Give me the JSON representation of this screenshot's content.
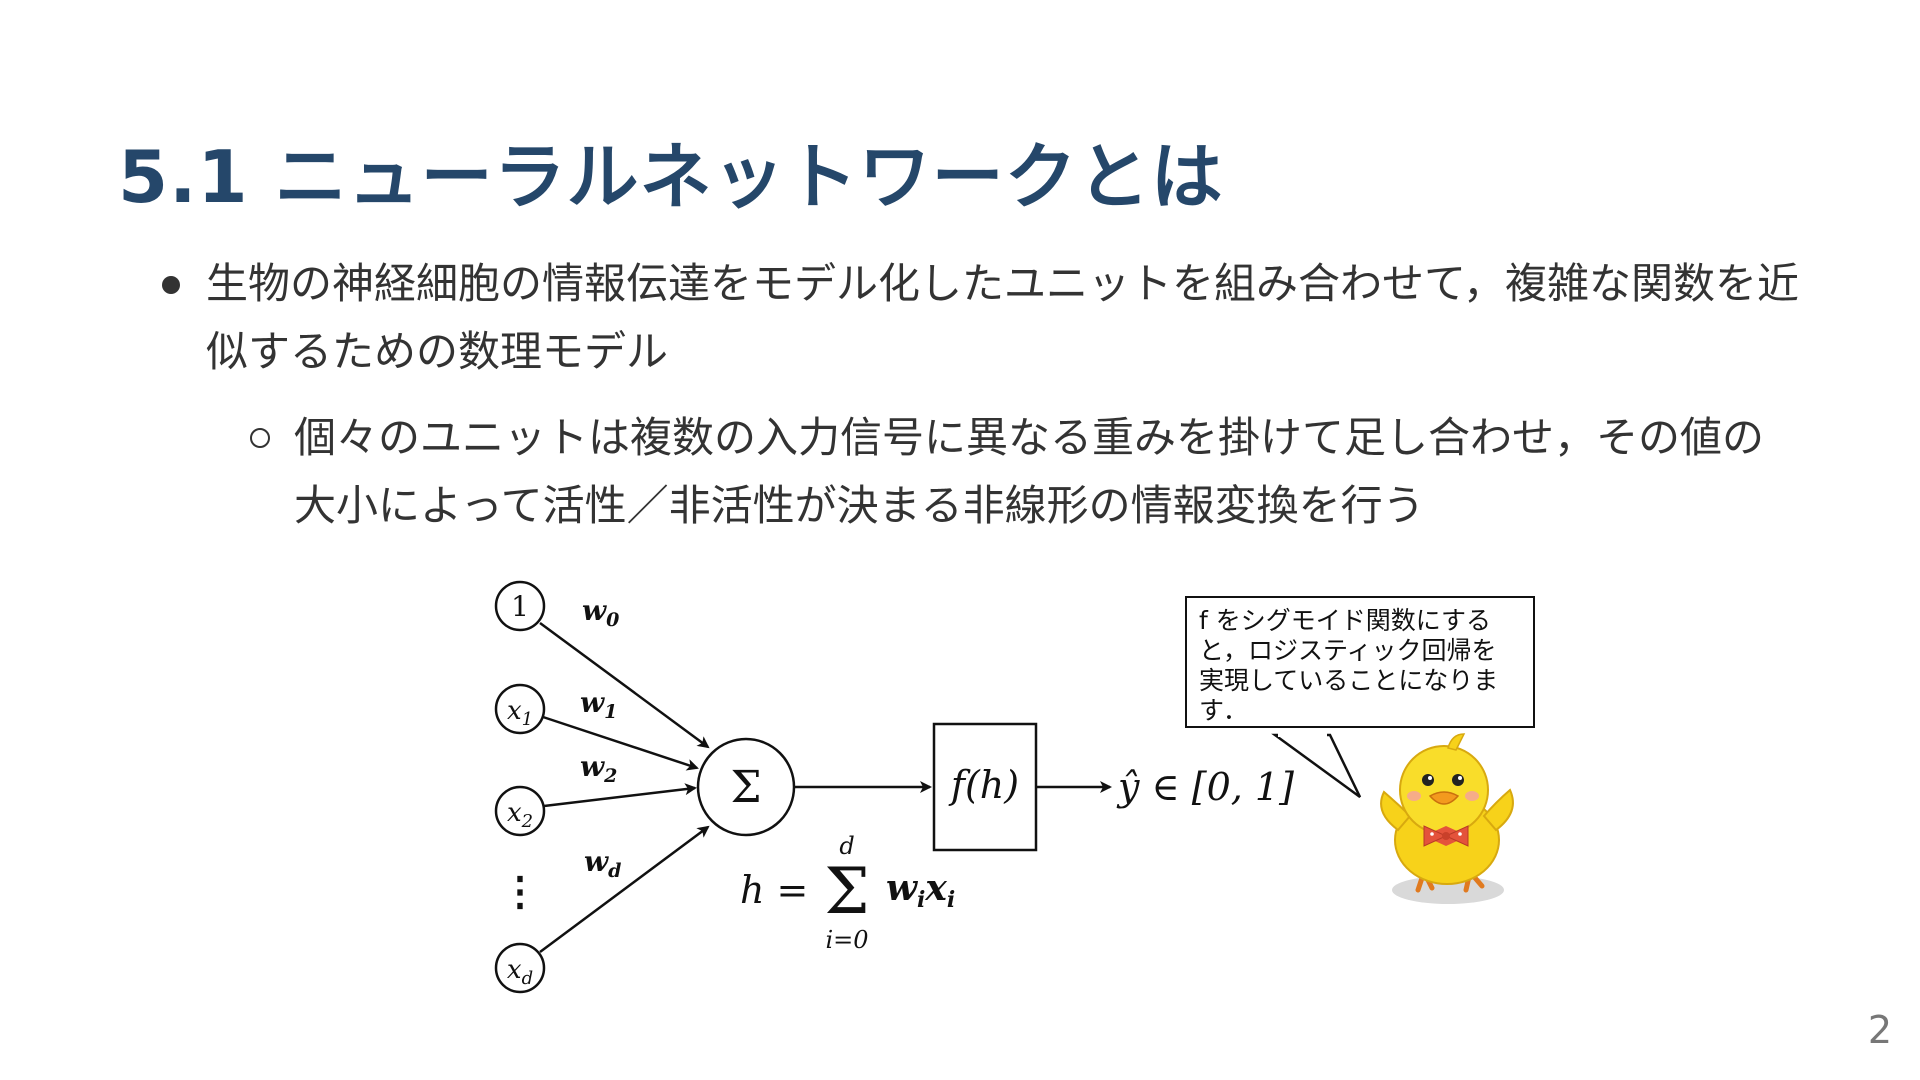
{
  "slide": {
    "title": "5.1 ニューラルネットワークとは",
    "page_number": "2"
  },
  "bullets": [
    {
      "text": "生物の神経細胞の情報伝達をモデル化したユニットを組み合わせて，複雑な関数を近似するための数理モデル",
      "children": [
        {
          "text": "個々のユニットは複数の入力信号に異なる重みを掛けて足し合わせ，その値の大小によって活性／非活性が決まる非線形の情報変換を行う"
        }
      ]
    }
  ],
  "diagram": {
    "inputs": [
      "1",
      "x1",
      "x2",
      "⋮",
      "xd"
    ],
    "weights": [
      "w0",
      "w1",
      "w2",
      "wd"
    ],
    "sum_symbol": "Σ",
    "activation": "f(h)",
    "output": "ŷ ∈ [0, 1]",
    "formula": {
      "lhs": "h =",
      "sum_upper": "d",
      "sum_lower": "i=0",
      "term": "wixi"
    },
    "speech_bubble": "f をシグモイド関数にすると，ロジスティック回帰を実現していることになります．",
    "mascot": "chick-mascot"
  }
}
